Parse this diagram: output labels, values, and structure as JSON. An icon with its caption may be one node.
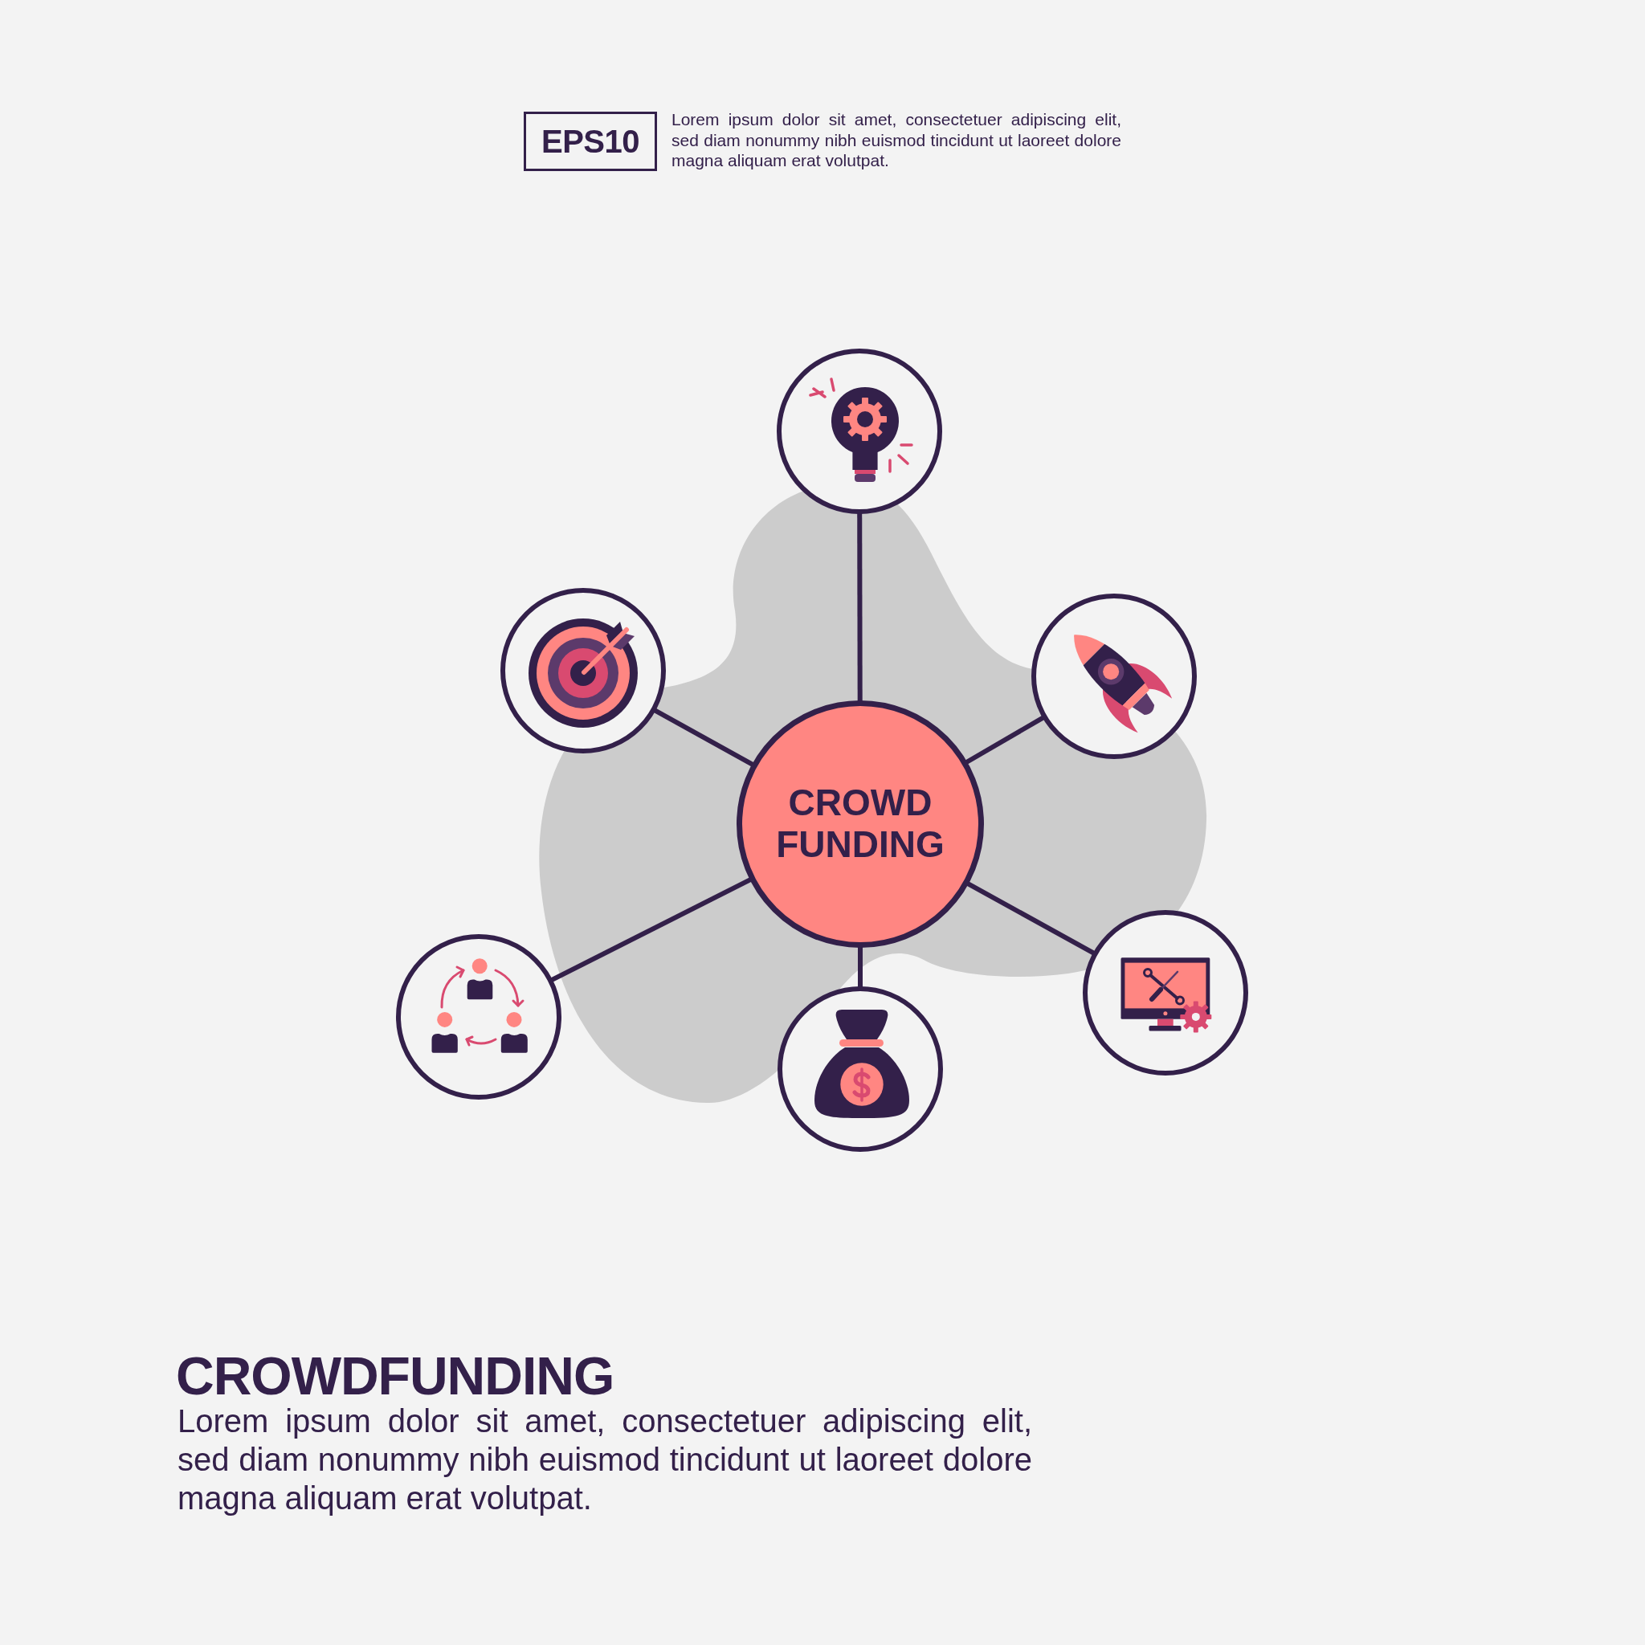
{
  "diagram": {
    "title": "CROWDFUNDING",
    "caption": "Lorem ipsum dolor sit amet, consectetuer adipiscing elit, sed diam nonummy nibh euismod tincidunt ut laoreet dolore magna aliquam erat volutpat.",
    "nodes": [
      {
        "text": [
          "EPS10"
        ]
      },
      {
        "text": [
          "CROWD FUNDING"
        ]
      },
      {
        "text": [],
        "shape": "circle"
      },
      {
        "text": [],
        "shape": "circle"
      },
      {
        "text": [],
        "shape": "circle"
      },
      {
        "text": [],
        "shape": "circle"
      },
      {
        "text": [],
        "shape": "circle"
      },
      {
        "text": [],
        "shape": "circle"
      }
    ],
    "edges": [
      {
        "from": 1,
        "to": 2,
        "arrow": "none"
      },
      {
        "from": 1,
        "to": 3,
        "arrow": "none"
      },
      {
        "from": 1,
        "to": 4,
        "arrow": "none"
      },
      {
        "from": 1,
        "to": 5,
        "arrow": "none"
      },
      {
        "from": 1,
        "to": 6,
        "arrow": "none"
      },
      {
        "from": 1,
        "to": 7,
        "arrow": "none"
      }
    ],
    "labels": [
      "Lorem ipsum dolor sit amet, consectetuer adipiscing elit, sed diam nonummy nibh euismod tincidunt ut laoreet dolore magna aliquam erat volutpat."
    ]
  }
}
